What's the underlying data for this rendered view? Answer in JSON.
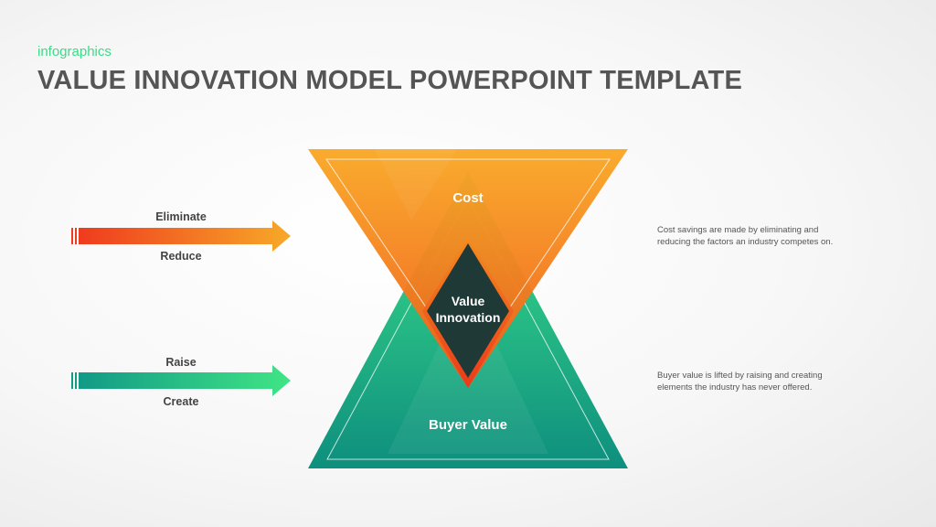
{
  "header": {
    "subtitle": "infographics",
    "title": "VALUE INNOVATION MODEL POWERPOINT TEMPLATE"
  },
  "arrows": {
    "top": {
      "above": "Eliminate",
      "below": "Reduce"
    },
    "bottom": {
      "above": "Raise",
      "below": "Create"
    }
  },
  "diagram": {
    "cost_label": "Cost",
    "center_label_line1": "Value",
    "center_label_line2": "Innovation",
    "buyer_label": "Buyer Value"
  },
  "descriptions": {
    "cost_line1": "Cost savings are made by eliminating and",
    "cost_line2": "reducing the factors an industry competes on.",
    "buyer_line1": "Buyer value is lifted by raising and creating",
    "buyer_line2": "elements the industry has never offered."
  },
  "colors": {
    "orange_top": "#f9a825",
    "orange_bottom": "#f05a1a",
    "green_top": "#3ee38a",
    "green_bottom": "#0e8f7e",
    "center_dark": "#1f3a36",
    "title_gray": "#555555",
    "subtitle_green": "#3fd98a"
  }
}
